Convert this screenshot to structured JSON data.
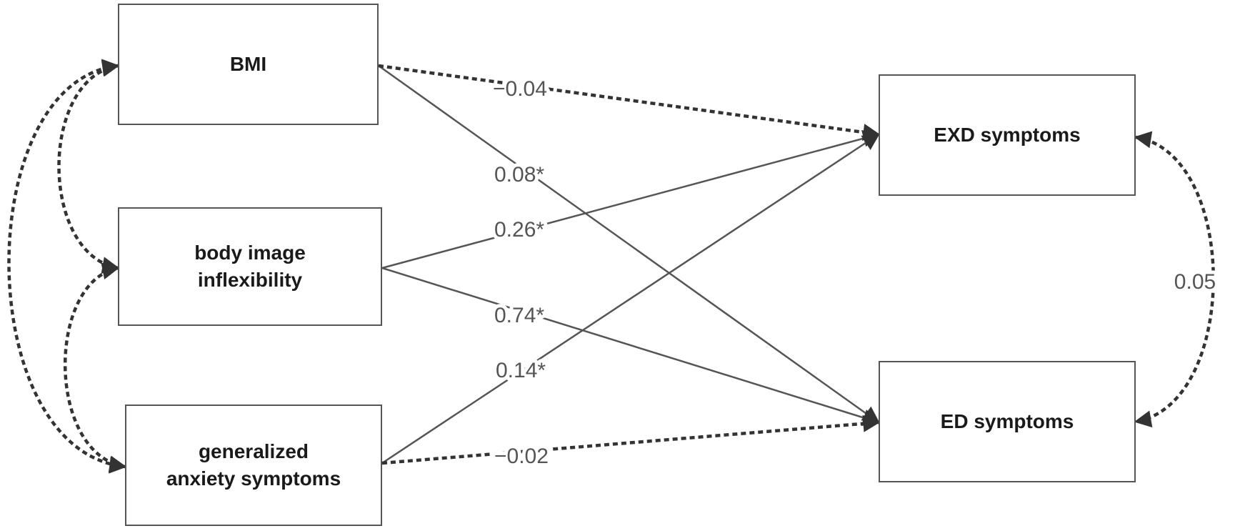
{
  "nodes": {
    "bmi": "BMI",
    "body_image": "body image\ninflexibility",
    "anxiety": "generalized\nanxiety symptoms",
    "exd": "EXD symptoms",
    "ed": "ED symptoms"
  },
  "paths": [
    {
      "from": "BMI",
      "to": "EXD symptoms",
      "coefficient": "−0.04",
      "significant": false
    },
    {
      "from": "BMI",
      "to": "ED symptoms",
      "coefficient": "0.08*",
      "significant": true
    },
    {
      "from": "body image inflexibility",
      "to": "EXD symptoms",
      "coefficient": "0.26*",
      "significant": true
    },
    {
      "from": "body image inflexibility",
      "to": "ED symptoms",
      "coefficient": "0.74*",
      "significant": true
    },
    {
      "from": "generalized anxiety symptoms",
      "to": "EXD symptoms",
      "coefficient": "0.14*",
      "significant": true
    },
    {
      "from": "generalized anxiety symptoms",
      "to": "ED symptoms",
      "coefficient": "−0.02",
      "significant": false
    }
  ],
  "covariances": [
    {
      "between": [
        "EXD symptoms",
        "ED symptoms"
      ],
      "coefficient": "0.05"
    },
    {
      "between": [
        "BMI",
        "body image inflexibility"
      ],
      "coefficient": ""
    },
    {
      "between": [
        "body image inflexibility",
        "generalized anxiety symptoms"
      ],
      "coefficient": ""
    },
    {
      "between": [
        "BMI",
        "generalized anxiety symptoms"
      ],
      "coefficient": ""
    }
  ],
  "colors": {
    "line": "#555555",
    "arrowhead": "#333333",
    "box_border": "#555555",
    "text": "#1a1a1a"
  }
}
